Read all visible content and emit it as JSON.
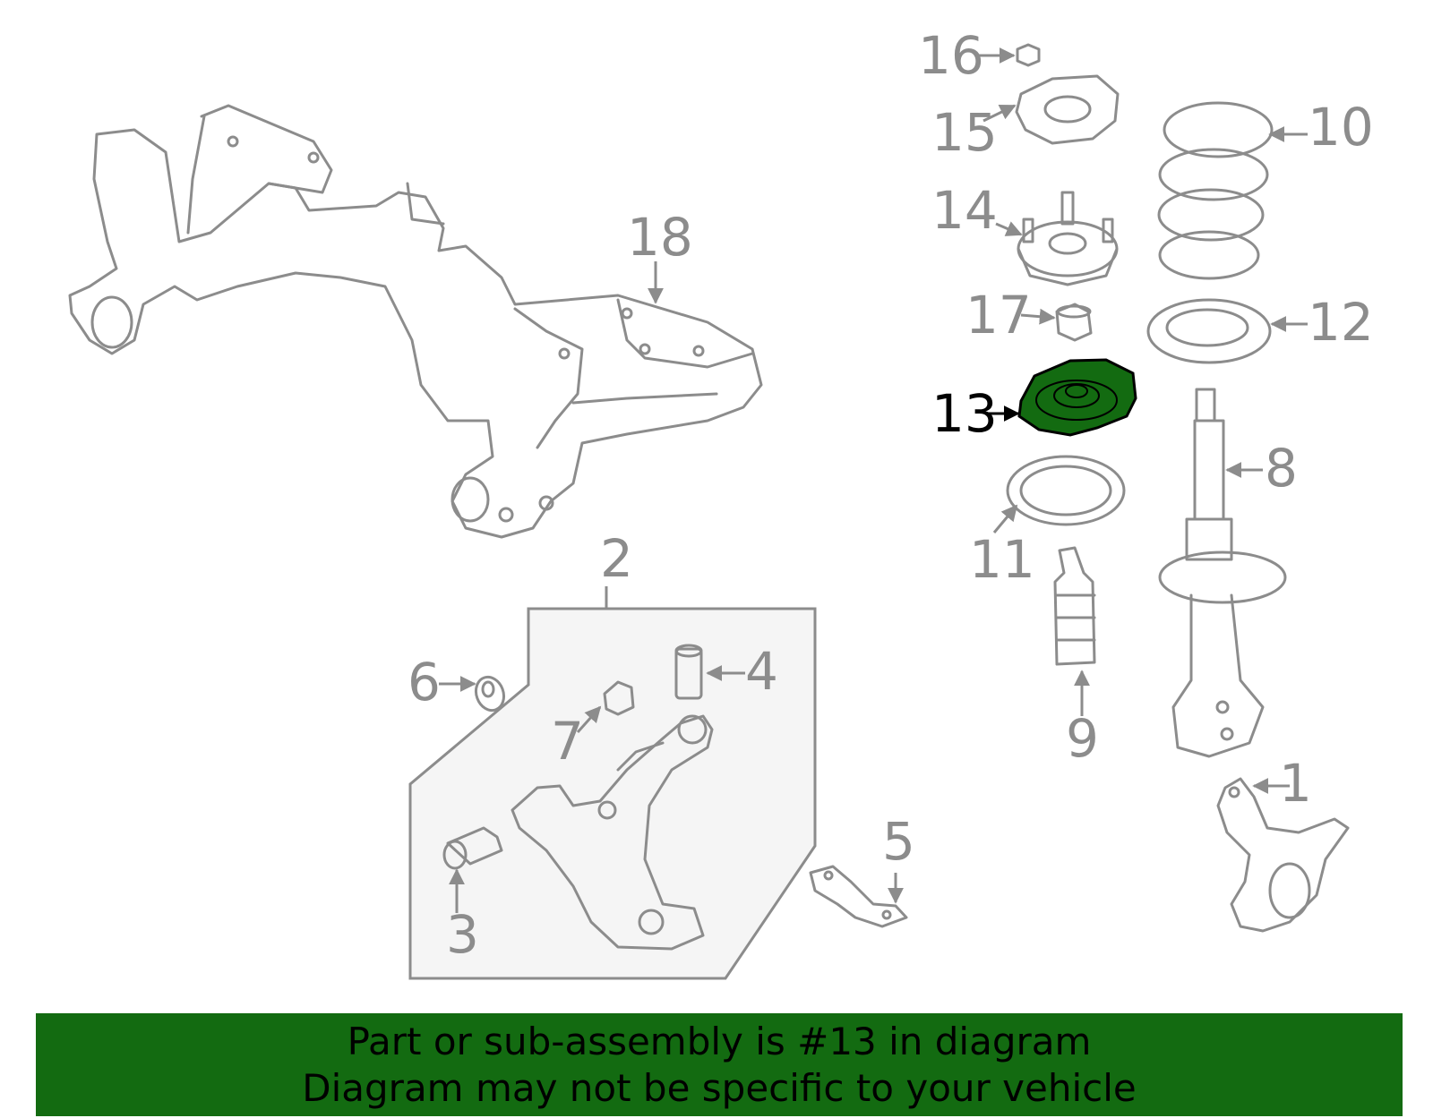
{
  "callouts": {
    "c1": "1",
    "c2": "2",
    "c3": "3",
    "c4": "4",
    "c5": "5",
    "c6": "6",
    "c7": "7",
    "c8": "8",
    "c9": "9",
    "c10": "10",
    "c11": "11",
    "c12": "12",
    "c13": "13",
    "c14": "14",
    "c15": "15",
    "c16": "16",
    "c17": "17",
    "c18": "18"
  },
  "highlight": {
    "part": "13",
    "color": "#136b11"
  },
  "colors": {
    "line_art": "#8c8c8c",
    "banner": "#136b11",
    "box_fill": "#f5f5f5"
  },
  "banner": {
    "line1": "Part or sub-assembly is #13 in diagram",
    "line2": "Diagram may not be specific to your vehicle"
  }
}
